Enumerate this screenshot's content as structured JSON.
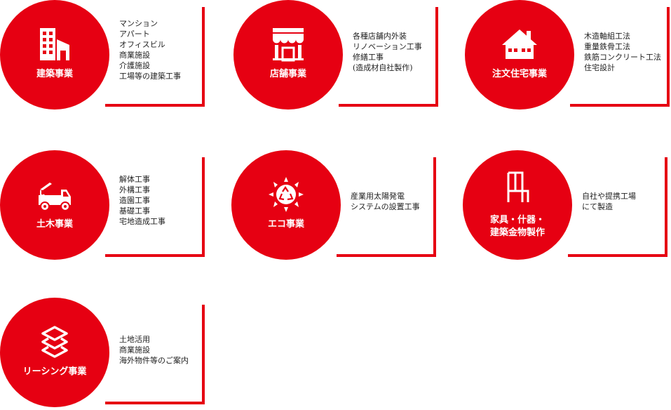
{
  "brand_color": "#e60012",
  "services": [
    {
      "title": "建築事業",
      "icon": "building-icon",
      "items": [
        "マンション",
        "アパート",
        "オフィスビル",
        "商業施設",
        "介護施設",
        "工場等の建築工事"
      ]
    },
    {
      "title": "店舗事業",
      "icon": "storefront-icon",
      "items": [
        "各種店舗内外装",
        "リノベーション工事",
        "修繕工事",
        "(造成材自社製作)"
      ]
    },
    {
      "title": "注文住宅事業",
      "icon": "house-icon",
      "items": [
        "木造軸組工法",
        "重量鉄骨工法",
        "鉄筋コンクリート工法",
        "住宅設計"
      ]
    },
    {
      "title": "土木事業",
      "icon": "tow-truck-icon",
      "items": [
        "解体工事",
        "外構工事",
        "造園工事",
        "基礎工事",
        "宅地造成工事"
      ]
    },
    {
      "title": "エコ事業",
      "icon": "recycle-sun-icon",
      "items": [
        "産業用太陽発電",
        "システムの設置工事"
      ]
    },
    {
      "title_line1": "家具・什器・",
      "title_line2": "建築金物製作",
      "icon": "chair-icon",
      "items": [
        "自社や提携工場",
        "にて製造"
      ]
    },
    {
      "title": "リーシング事業",
      "icon": "stacked-layers-icon",
      "items": [
        "土地活用",
        "商業施設",
        "海外物件等のご案内"
      ]
    }
  ]
}
